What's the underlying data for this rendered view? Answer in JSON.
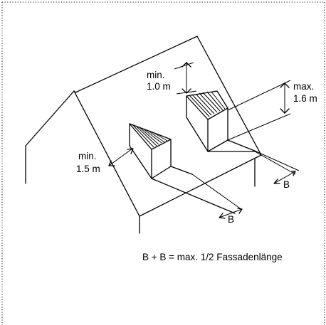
{
  "labels": {
    "min_top_line1": "min.",
    "min_top_line2": "1.0 m",
    "max_line1": "max.",
    "max_line2": "1.6 m",
    "min_left_line1": "min.",
    "min_left_line2": "1.5 m",
    "b_right": "B",
    "b_bottom": "B"
  },
  "caption": "B + B = max. 1/2 Fassadenlänge"
}
